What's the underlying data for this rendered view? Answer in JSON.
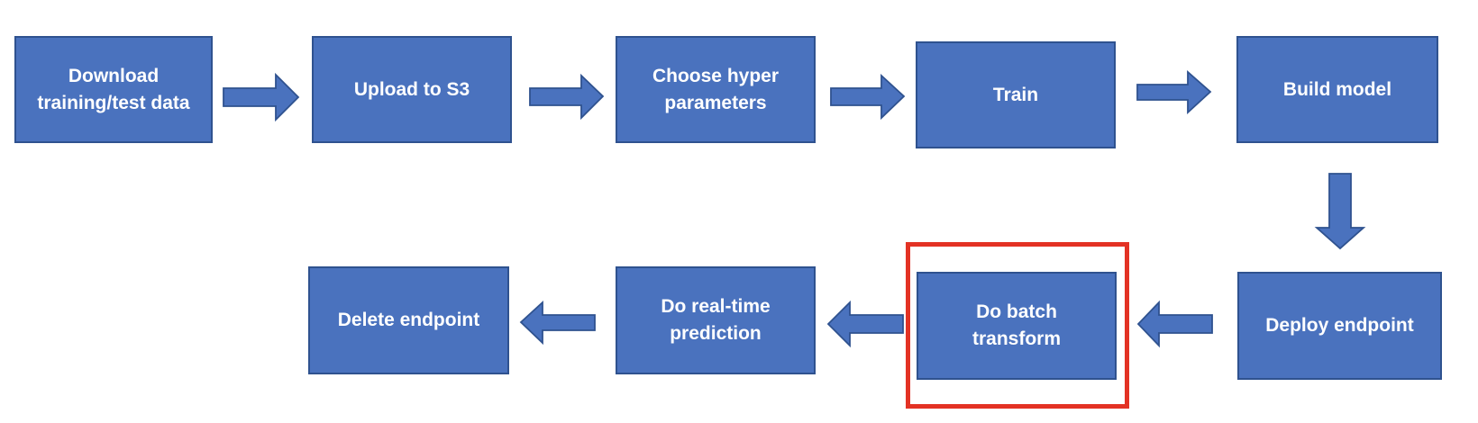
{
  "steps": {
    "download": "Download training/test data",
    "upload": "Upload to S3",
    "hyper": "Choose hyper parameters",
    "train": "Train",
    "build": "Build model",
    "deploy": "Deploy endpoint",
    "batch": "Do batch transform",
    "realtime": "Do real-time prediction",
    "delete": "Delete endpoint"
  },
  "highlighted_step": "batch",
  "colors": {
    "box_fill": "#4a72be",
    "box_border": "#2f528f",
    "box_text": "#ffffff",
    "highlight": "#e33224"
  }
}
